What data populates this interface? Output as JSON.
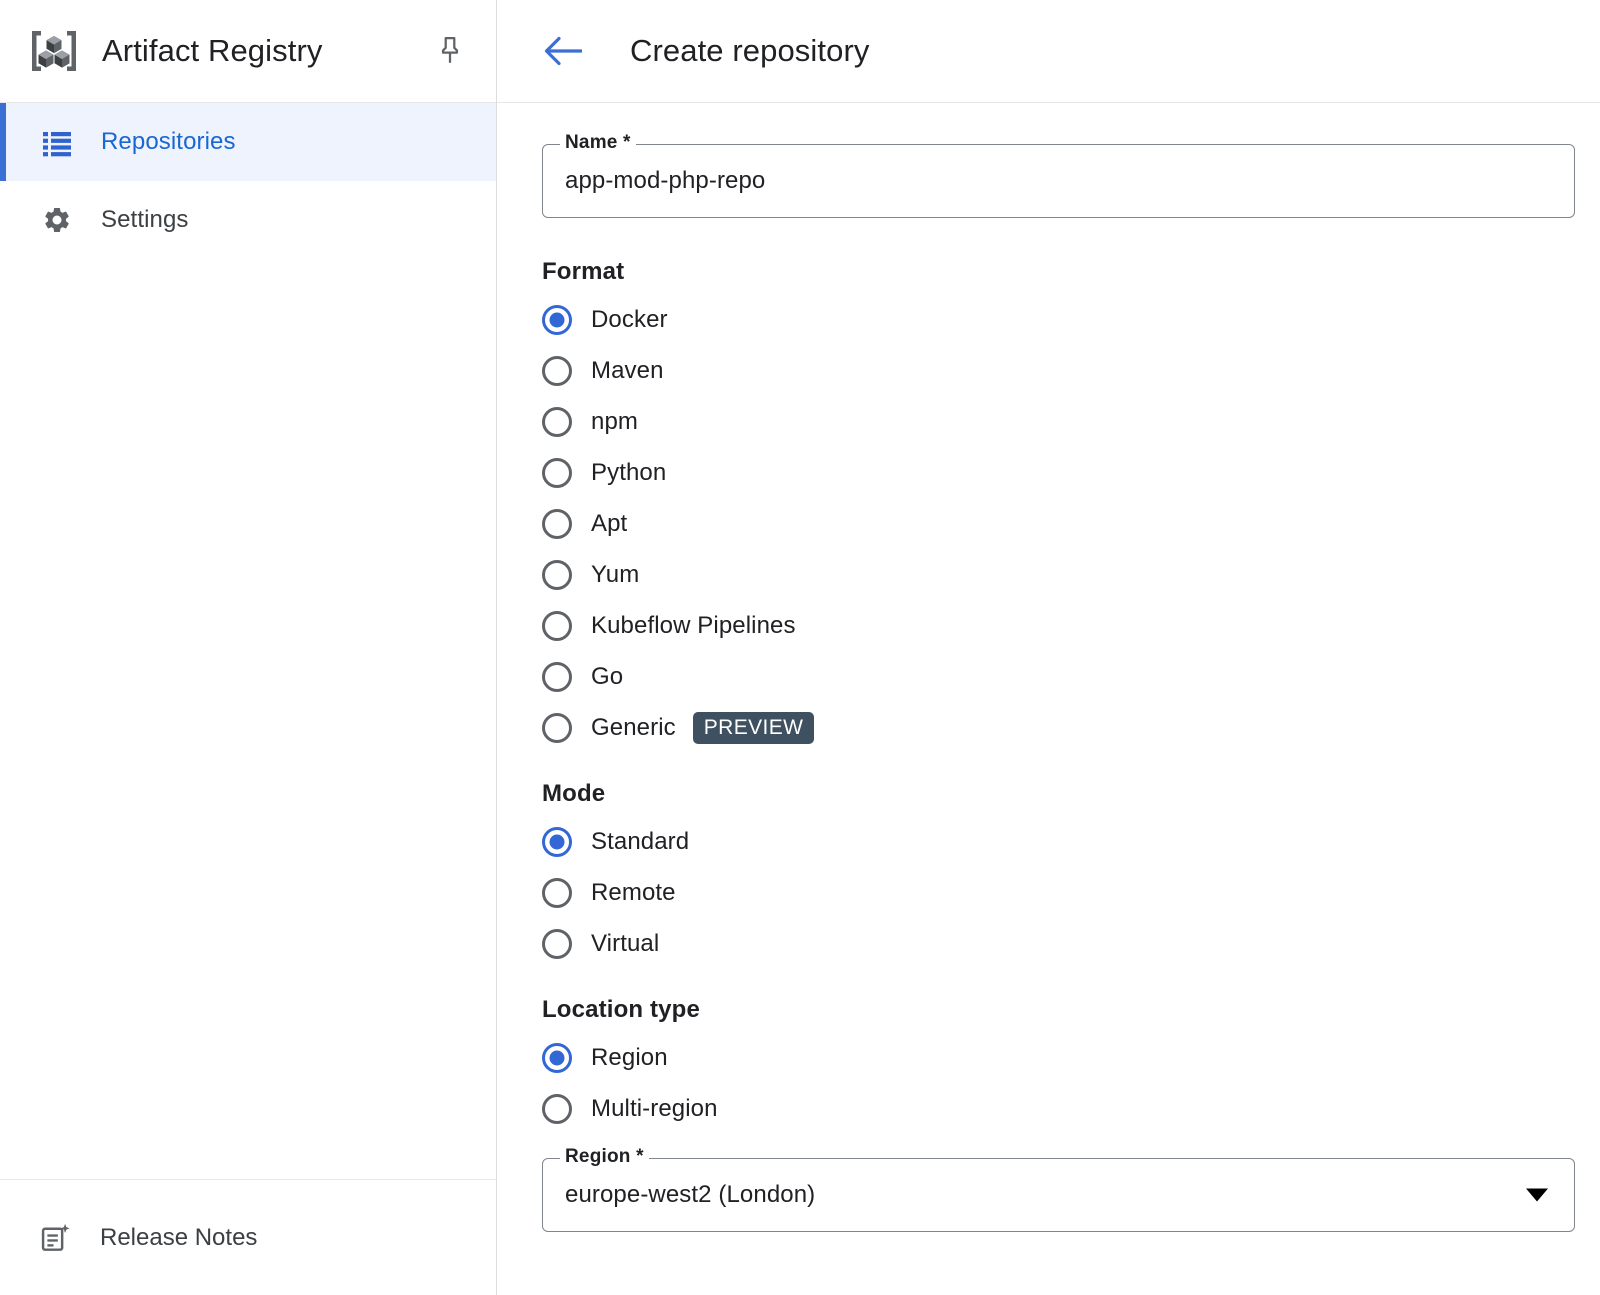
{
  "sidebar": {
    "app_title": "Artifact Registry",
    "logo_icon": "artifact-registry-cubes-icon",
    "pin_icon": "pin-icon",
    "items": [
      {
        "label": "Repositories",
        "icon": "list-icon",
        "active": true
      },
      {
        "label": "Settings",
        "icon": "gear-icon",
        "active": false
      }
    ],
    "footer": {
      "label": "Release Notes",
      "icon": "release-notes-icon"
    }
  },
  "header": {
    "back_icon": "arrow-back-icon",
    "title": "Create repository"
  },
  "form": {
    "name_field": {
      "label": "Name *",
      "value": "app-mod-php-repo",
      "placeholder": "Name"
    },
    "format": {
      "label": "Format",
      "options": [
        {
          "label": "Docker",
          "selected": true,
          "badge": ""
        },
        {
          "label": "Maven",
          "selected": false,
          "badge": ""
        },
        {
          "label": "npm",
          "selected": false,
          "badge": ""
        },
        {
          "label": "Python",
          "selected": false,
          "badge": ""
        },
        {
          "label": "Apt",
          "selected": false,
          "badge": ""
        },
        {
          "label": "Yum",
          "selected": false,
          "badge": ""
        },
        {
          "label": "Kubeflow Pipelines",
          "selected": false,
          "badge": ""
        },
        {
          "label": "Go",
          "selected": false,
          "badge": ""
        },
        {
          "label": "Generic",
          "selected": false,
          "badge": "PREVIEW"
        }
      ]
    },
    "mode": {
      "label": "Mode",
      "options": [
        {
          "label": "Standard",
          "selected": true
        },
        {
          "label": "Remote",
          "selected": false
        },
        {
          "label": "Virtual",
          "selected": false
        }
      ]
    },
    "location_type": {
      "label": "Location type",
      "options": [
        {
          "label": "Region",
          "selected": true
        },
        {
          "label": "Multi-region",
          "selected": false
        }
      ]
    },
    "region_field": {
      "label": "Region *",
      "value": "europe-west2 (London)",
      "dropdown_icon": "chevron-down-icon"
    }
  },
  "colors": {
    "accent_blue": "#1967d2",
    "radio_blue": "#3367d6",
    "active_bg": "#eef3fd",
    "active_bar": "#3b6fd4",
    "badge_bg": "#3f5160",
    "border": "#dadce0",
    "field_border": "#80868b",
    "text": "#202124",
    "icon_gray": "#5f6368"
  }
}
